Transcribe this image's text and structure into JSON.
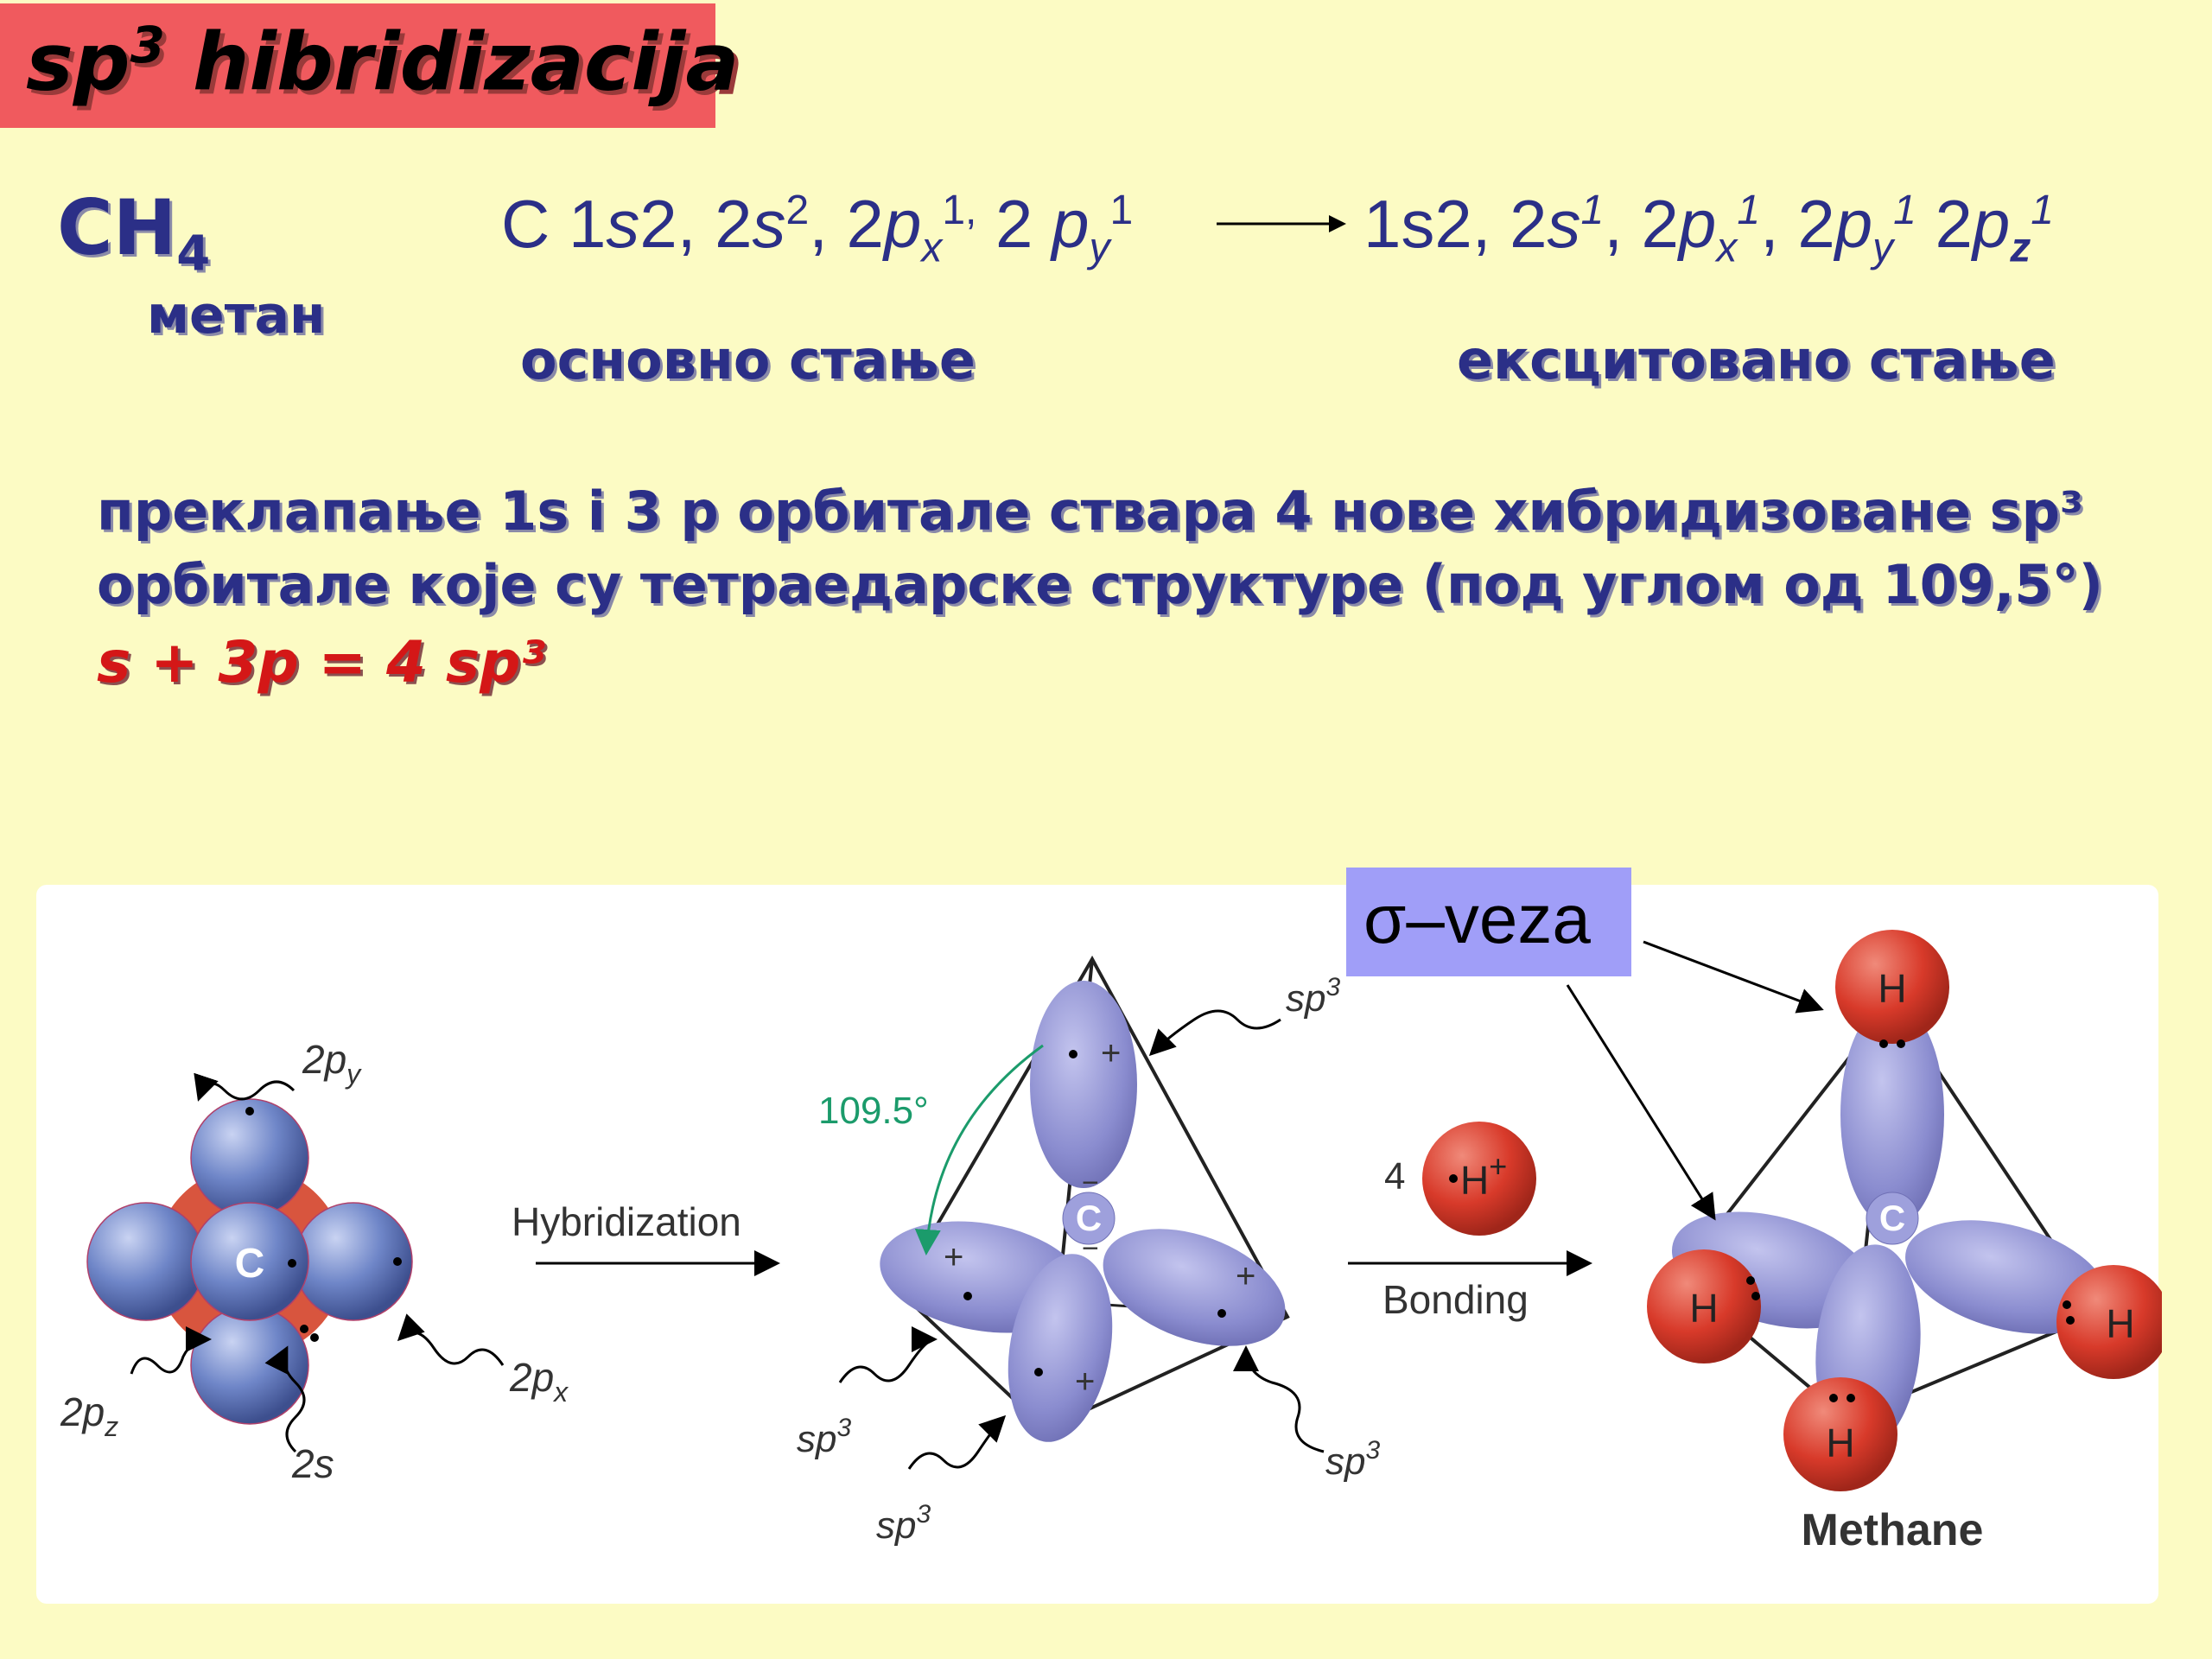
{
  "title": {
    "main": "sp",
    "sup": "3",
    "rest": " hibridizacija"
  },
  "molecule": {
    "formula": "CH",
    "sub": "4",
    "name": "метан"
  },
  "config": {
    "ground": "C 1s2, 2s², 2pₓ¹, 2 pᵧ¹",
    "excited": "1s2, 2s¹, 2pₓ¹, 2pᵧ¹ 2p_z¹",
    "ground_label": "основно стање",
    "excited_label": "ексцитовано стање"
  },
  "text": {
    "line1": "преклапање 1s i 3 p орбитале ствара 4 нове хибридизоване  sp³",
    "line2": "орбитале које су тетраедарске структуре (под углом од 109,5°)",
    "formula": "s + 3p = 4 sp³"
  },
  "diagram": {
    "atom_c": "C",
    "orbitals": {
      "py": "2p",
      "py_sub": "y",
      "px": "2p",
      "px_sub": "x",
      "pz": "2p",
      "pz_sub": "z",
      "s": "2s"
    },
    "hybridization": "Hybridization",
    "angle": "109.5°",
    "sp3": "sp",
    "sp3_sup": "3",
    "h_count": "4",
    "h_ion": "H",
    "h_charge": "+",
    "bonding": "Bonding",
    "h_atom": "H",
    "methane": "Methane",
    "sigma": "σ–veza",
    "plus": "+",
    "minus": "−"
  },
  "colors": {
    "background": "#fcfbc4",
    "title_box": "#f05a5e",
    "text_navy": "#2b2f87",
    "formula_red": "#d41717",
    "orbital": "#8a8ccf",
    "hydrogen": "#d83a2a",
    "angle_green": "#1b9b6b",
    "sigma_box": "#a09ef8"
  }
}
